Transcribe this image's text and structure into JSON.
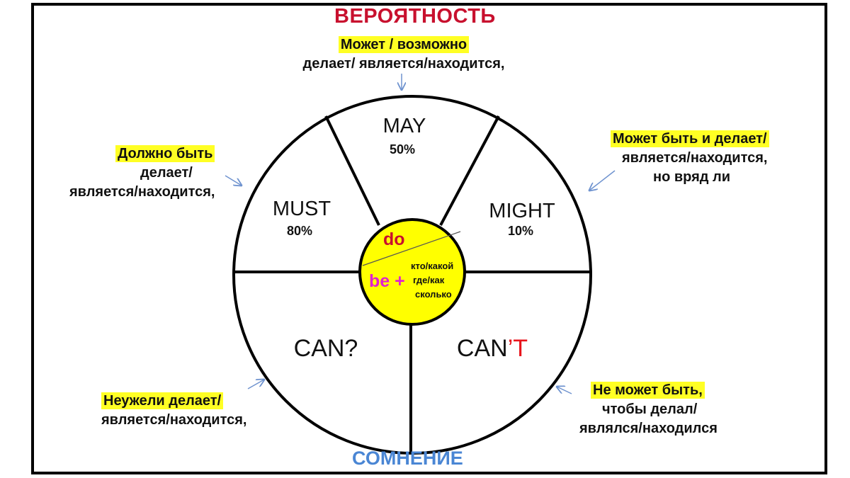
{
  "titles": {
    "top": "ВЕРОЯТНОСТЬ",
    "bottom": "СОМНЕНИЕ"
  },
  "wheel": {
    "segments": [
      {
        "label": "MAY",
        "percent": "50%"
      },
      {
        "label": "MUST",
        "percent": "80%"
      },
      {
        "label": "MIGHT",
        "percent": "10%"
      },
      {
        "label": "CAN?"
      },
      {
        "label_main": "CAN",
        "label_apostrophe": "’",
        "label_t": "T"
      }
    ],
    "center": {
      "do": "do",
      "be": "be +",
      "words": [
        "кто/какой",
        "где/как",
        "сколько"
      ]
    }
  },
  "notes": {
    "may": {
      "highlight": "Может / возможно",
      "line2": "делает/ является/находится,"
    },
    "must": {
      "highlight": "Должно быть",
      "line2": "делает/",
      "line3": "является/находится,"
    },
    "might": {
      "highlight": "Может быть и делает/",
      "line2": "является/находится,",
      "line3": "но вряд ли"
    },
    "can_q": {
      "highlight": "Неужели делает/",
      "line2": "является/находится,"
    },
    "cant": {
      "highlight": "Не может быть,",
      "line2": "чтобы делал/",
      "line3": "являлся/находился"
    }
  },
  "colors": {
    "title_top": "#c8102e",
    "title_bottom": "#4a86d4",
    "highlight": "#ffff24",
    "center_fill": "#ffff00",
    "do_text": "#c8102e",
    "be_text": "#e020d0",
    "cant_t": "#e8141c",
    "arrow": "#6f93cf"
  }
}
